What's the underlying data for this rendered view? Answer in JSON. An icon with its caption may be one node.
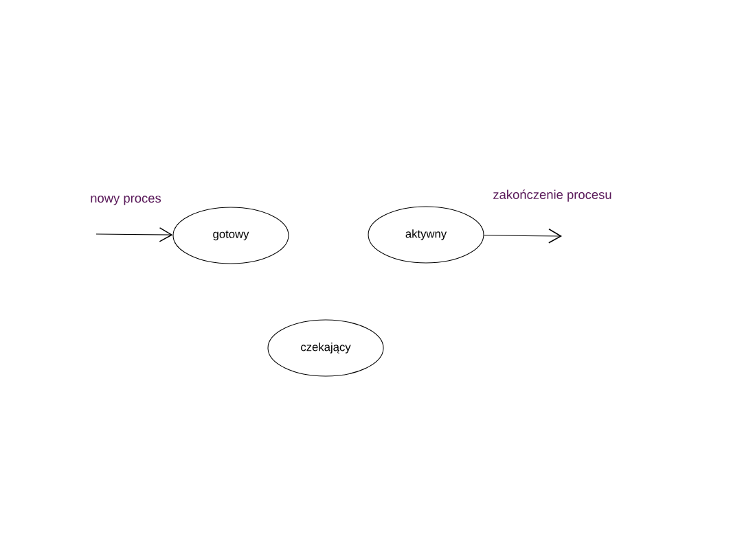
{
  "diagram": {
    "nodes": [
      {
        "text": [
          "gotowy"
        ]
      },
      {
        "text": [
          "aktywny"
        ]
      },
      {
        "text": [
          "czekający"
        ]
      }
    ],
    "edges": [
      {
        "from": null,
        "to": 0,
        "arrow": "to",
        "label": "nowy proces"
      },
      {
        "from": 1,
        "to": null,
        "arrow": "to",
        "label": "zakończenie procesu"
      }
    ]
  }
}
